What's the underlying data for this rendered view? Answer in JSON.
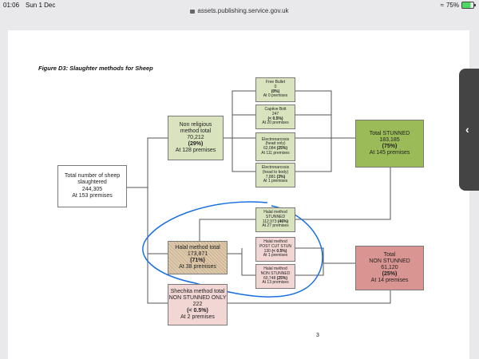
{
  "status": {
    "time": "01:06",
    "date": "Sun 1 Dec",
    "battery": "75%"
  },
  "browser": {
    "url": "assets.publishing.service.gov.uk"
  },
  "figure": {
    "title": "Figure D3: Slaughter methods for Sheep",
    "page_number": "3"
  },
  "boxes": {
    "total": {
      "l1": "Total number of sheep",
      "l2": "slaughtered",
      "l3": "244,305",
      "l4": "At 153 premises"
    },
    "nonrel": {
      "l1": "Non religious",
      "l2": "method total",
      "l3": "70,212",
      "l4": "(29%)",
      "l5": "At 128 premises"
    },
    "free_bullet": {
      "l1": "Free Bullet",
      "l2": "0",
      "l3": "(0%)",
      "l4": "At 0 premises"
    },
    "captive_bolt": {
      "l1": "Captive Bolt",
      "l2": "247",
      "l3": "(< 0.5%)",
      "l4": "At 20 premises"
    },
    "electro_head": {
      "l1": "Electronarcosis",
      "l2": "(head only)",
      "l3": "62,084 ",
      "l3b": "(25%)",
      "l4": "At 111 premises"
    },
    "electro_body": {
      "l1": "Electronarcosis",
      "l2": "(head to body)",
      "l3": "7,881 ",
      "l3b": "(3%)",
      "l4": "At 1 premises"
    },
    "stunned": {
      "l1": "Total STUNNED",
      "l2": "183,185",
      "l3": "(75%)",
      "l4": "At 145 premises"
    },
    "halal_stunned": {
      "l1": "Halal method",
      "l2": "STUNNED",
      "l3": "112,973 ",
      "l3b": "(46%)",
      "l4": "At 27 premises"
    },
    "halal_total": {
      "l1": "Halal method total",
      "l2": "173,871",
      "l3": "(71%)",
      "l4": "At 38 premises"
    },
    "halal_post": {
      "l1": "Halal method",
      "l2": "POST CUT STUN",
      "l3": "130 ",
      "l3b": "(< 0.5%)",
      "l4": "At 1 premises"
    },
    "halal_non": {
      "l1": "Halal method",
      "l2": "NON STUNNED",
      "l3": "60,748 ",
      "l3b": "(25%)",
      "l4": "At 13 premises"
    },
    "nonstunned": {
      "l1": "Total",
      "l2": "NON STUNNED",
      "l3": "61,120",
      "l4": "(25%)",
      "l5": "At 14 premises"
    },
    "shechita": {
      "l1": "Shechita method total",
      "l2": "NON STUNNED ONLY",
      "l3": "222",
      "l4": "(< 0.5%)",
      "l5": "At 2 premises"
    }
  },
  "annotation_color": "#1a6fe0"
}
